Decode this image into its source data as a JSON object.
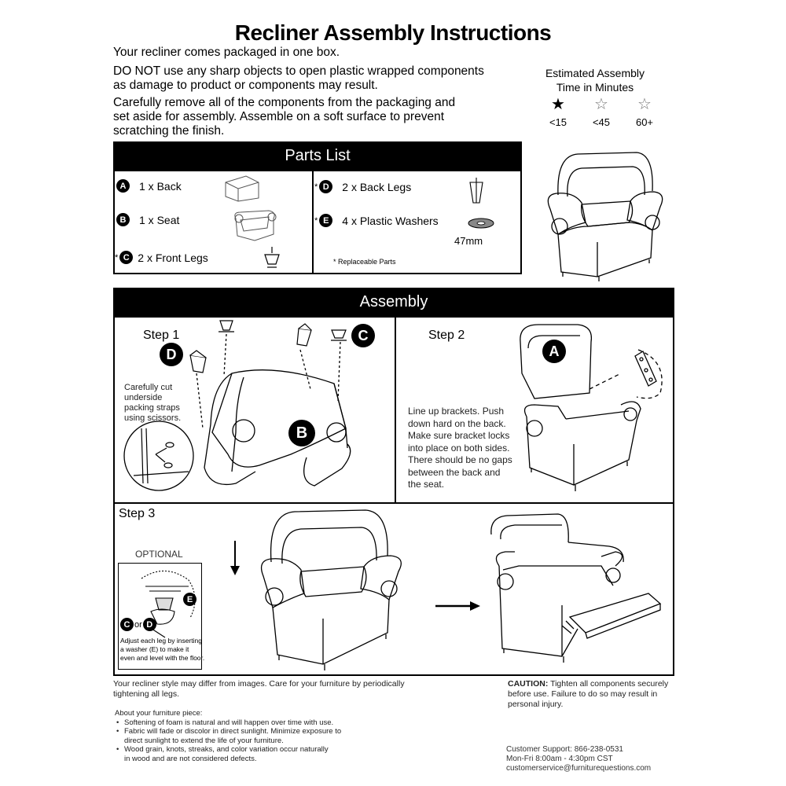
{
  "title": "Recliner Assembly Instructions",
  "intro": {
    "line1": "Your recliner comes packaged in one box.",
    "warning_line1": "DO NOT use any sharp objects to open plastic wrapped components",
    "warning_line2": "as damage to product or components may result.",
    "care_line1": "Carefully remove all of the components from the packaging and",
    "care_line2": "set aside for assembly. Assemble on a soft surface to prevent",
    "care_line3": "scratching the finish."
  },
  "estimate": {
    "label_line1": "Estimated Assembly",
    "label_line2": "Time in Minutes",
    "options": [
      {
        "symbol": "★",
        "label": "<15"
      },
      {
        "symbol": "☆",
        "label": "<45"
      },
      {
        "symbol": "☆",
        "label": "60+"
      }
    ],
    "selected_count": 1
  },
  "parts_list": {
    "header": "Parts List",
    "parts": [
      {
        "letter": "A",
        "text": "1 x Back"
      },
      {
        "letter": "B",
        "text": "1 x Seat"
      },
      {
        "letter": "C",
        "text": "2 x Front Legs",
        "replaceable": "*"
      },
      {
        "letter": "D",
        "text": "2 x Back Legs",
        "replaceable": "*"
      },
      {
        "letter": "E",
        "text": "4 x Plastic Washers",
        "replaceable": "*"
      }
    ],
    "washer_size": "47mm",
    "replaceable_note": "*  Replaceable Parts"
  },
  "assembly": {
    "header": "Assembly",
    "step1": {
      "label": "Step 1",
      "note": [
        "Carefully cut",
        "underside",
        "packing straps",
        "using scissors."
      ],
      "letters": [
        "D",
        "C",
        "B"
      ]
    },
    "step2": {
      "label": "Step 2",
      "letter": "A",
      "note": [
        "Line up brackets. Push",
        "down hard on the back.",
        "Make sure bracket locks",
        "into place on both sides.",
        "There should be no gaps",
        "between the back and",
        "the seat."
      ]
    },
    "step3": {
      "label": "Step 3",
      "optional_label": "OPTIONAL",
      "letter_e": "E",
      "c_or_d": {
        "c": "C",
        "or": "or",
        "d": "D"
      },
      "note": [
        "Adjust each leg by inserting",
        "a washer (E) to make it",
        "even and level with the floor."
      ]
    }
  },
  "footer": {
    "style_note": [
      "Your recliner style may differ from images. Care for your furniture by periodically",
      "tightening all legs."
    ],
    "caution_label": "CAUTION:",
    "caution_text": [
      "Tighten all components securely",
      "before use. Failure to do so may result in",
      "personal injury."
    ],
    "about_title": "About your furniture piece:",
    "about_items": [
      [
        "Softening of foam is natural and will happen over time with use."
      ],
      [
        "Fabric will fade or discolor in direct sunlight. Minimize exposure to",
        "direct sunlight to extend the life of your furniture."
      ],
      [
        "Wood grain, knots, streaks, and color variation occur naturally",
        "in wood and are not considered defects."
      ]
    ],
    "support": [
      "Customer Support: 866-238-0531",
      "Mon-Fri 8:00am - 4:30pm CST",
      "customerservice@furniturequestions.com"
    ]
  }
}
